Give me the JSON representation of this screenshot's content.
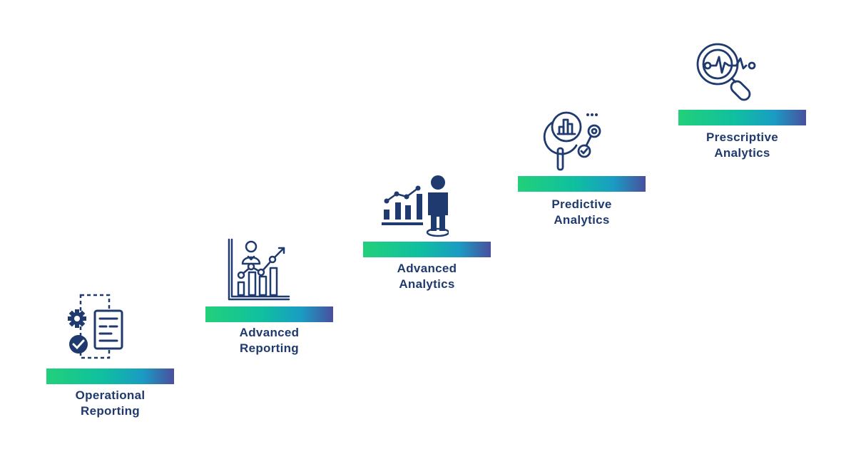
{
  "colors": {
    "text": "#1f3a6e",
    "icon": "#1f3a6e",
    "bar_gradient_start": "#22d07a",
    "bar_gradient_mid": "#18a8c0",
    "bar_gradient_end": "#4a4f9e",
    "background": "#ffffff"
  },
  "steps": [
    {
      "line1": "Operational",
      "line2": "Reporting",
      "icon": "gear-document-check-icon"
    },
    {
      "line1": "Advanced",
      "line2": "Reporting",
      "icon": "person-bar-chart-trend-icon"
    },
    {
      "line1": "Advanced",
      "line2": "Analytics",
      "icon": "person-analytics-chart-icon"
    },
    {
      "line1": "Predictive",
      "line2": "Analytics",
      "icon": "magnifier-chart-gear-icon"
    },
    {
      "line1": "Prescriptive",
      "line2": "Analytics",
      "icon": "magnifier-pulse-icon"
    }
  ]
}
